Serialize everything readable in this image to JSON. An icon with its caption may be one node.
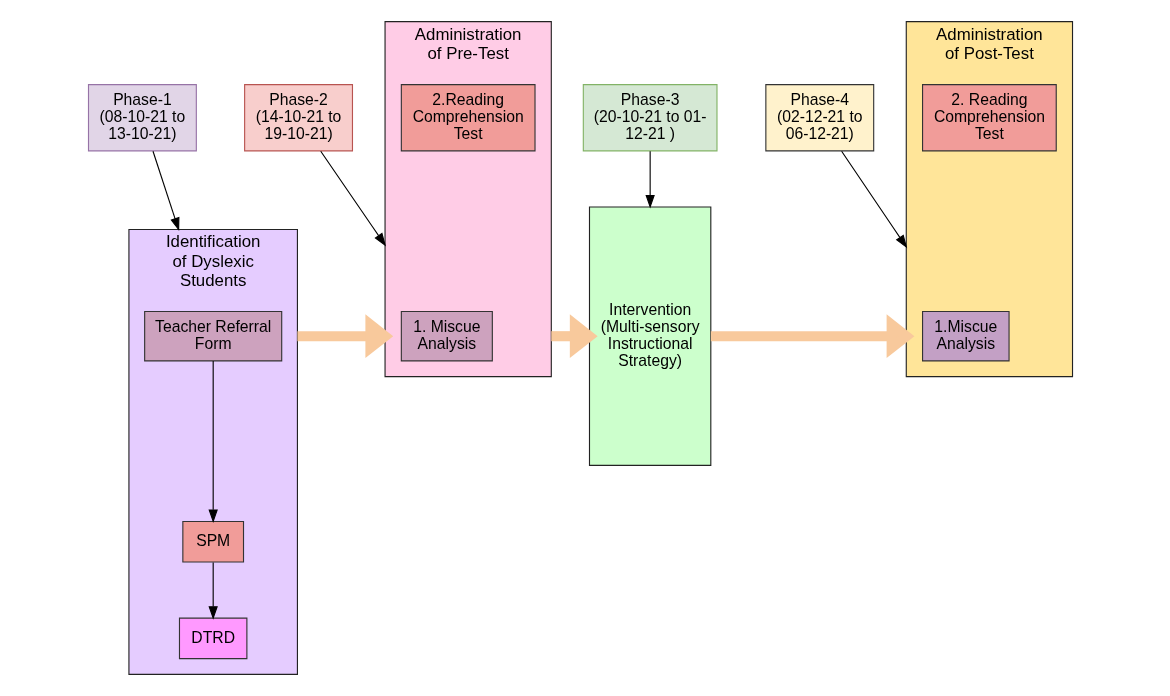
{
  "diagram": {
    "nodes": [
      {
        "text": [
          "Phase-1 (08-10-21 to 13-10-21)"
        ]
      },
      {
        "text": [
          "Phase-2 (14-10-21 to 19-10-21)"
        ]
      },
      {
        "text": [
          "Phase-3 (20-10-21 to 01- 12-21 )"
        ]
      },
      {
        "text": [
          "Phase-4 (02-12-21 to 06-12-21)"
        ]
      },
      {
        "text": [
          "Identification of Dyslexic Students"
        ]
      },
      {
        "text": [
          "Teacher Referral Form"
        ],
        "in": 4
      },
      {
        "text": [
          "SPM"
        ],
        "in": 4
      },
      {
        "text": [
          "DTRD"
        ],
        "in": 4
      },
      {
        "text": [
          "Administration of Pre-Test"
        ]
      },
      {
        "text": [
          "1. Miscue Analysis"
        ],
        "in": 8
      },
      {
        "text": [
          "2.Reading Comprehension Test"
        ],
        "in": 8
      },
      {
        "text": [
          "Intervention (Multi-sensory Instructional Strategy)"
        ]
      },
      {
        "text": [
          "Administration of Post-Test"
        ]
      },
      {
        "text": [
          "1.Miscue Analysis"
        ],
        "in": 12
      },
      {
        "text": [
          "2. Reading Comprehension Test"
        ],
        "in": 12
      }
    ],
    "edges": [
      {
        "from": 0,
        "to": 4,
        "arrow": "to"
      },
      {
        "from": 1,
        "to": 8,
        "arrow": "to"
      },
      {
        "from": 2,
        "to": 11,
        "arrow": "to"
      },
      {
        "from": 3,
        "to": 12,
        "arrow": "to"
      },
      {
        "from": 5,
        "to": 6,
        "arrow": "to"
      },
      {
        "from": 6,
        "to": 7,
        "arrow": "to"
      },
      {
        "from": 4,
        "to": 8,
        "arrow": "to",
        "style": "thick",
        "color": "#f8c99c"
      },
      {
        "from": 8,
        "to": 11,
        "arrow": "to",
        "style": "thick",
        "color": "#f8c99c"
      },
      {
        "from": 11,
        "to": 12,
        "arrow": "to",
        "style": "thick",
        "color": "#f8c99c"
      }
    ]
  }
}
